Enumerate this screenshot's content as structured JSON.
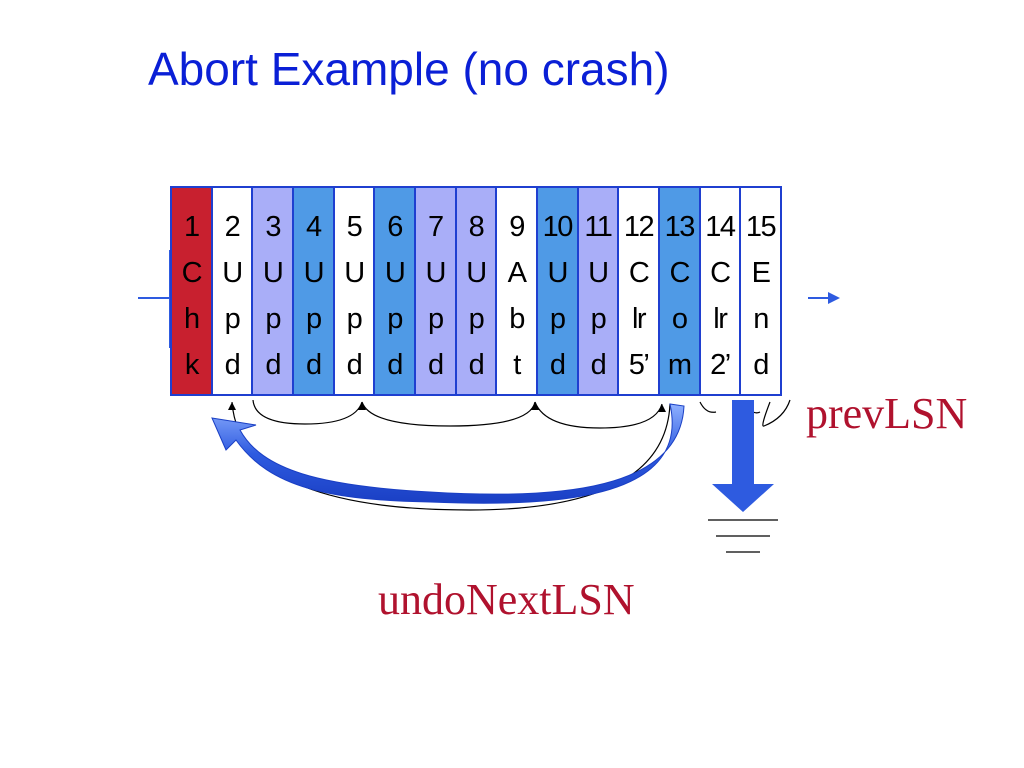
{
  "title": "Abort Example (no crash)",
  "colors": {
    "title": "#0a1fd6",
    "label": "#b0122e",
    "border": "#1f3fd0",
    "arrow": "#2e5be0",
    "white": "#ffffff",
    "light": "#a9aef8",
    "medium": "#4f9ae6",
    "red": "#c8202f"
  },
  "records": [
    {
      "lines": [
        "1",
        "C",
        "h",
        "k"
      ],
      "fill": "red"
    },
    {
      "lines": [
        "2",
        "U",
        "p",
        "d"
      ],
      "fill": "white"
    },
    {
      "lines": [
        "3",
        "U",
        "p",
        "d"
      ],
      "fill": "light"
    },
    {
      "lines": [
        "4",
        "U",
        "p",
        "d"
      ],
      "fill": "medium"
    },
    {
      "lines": [
        "5",
        "U",
        "p",
        "d"
      ],
      "fill": "white"
    },
    {
      "lines": [
        "6",
        "U",
        "p",
        "d"
      ],
      "fill": "medium"
    },
    {
      "lines": [
        "7",
        "U",
        "p",
        "d"
      ],
      "fill": "light"
    },
    {
      "lines": [
        "8",
        "U",
        "p",
        "d"
      ],
      "fill": "light"
    },
    {
      "lines": [
        "9",
        "A",
        "b",
        "t"
      ],
      "fill": "white"
    },
    {
      "lines": [
        "10",
        "U",
        "p",
        "d"
      ],
      "fill": "medium"
    },
    {
      "lines": [
        "11",
        "U",
        "p",
        "d"
      ],
      "fill": "light"
    },
    {
      "lines": [
        "12",
        "C",
        "lr",
        "5’"
      ],
      "fill": "white"
    },
    {
      "lines": [
        "13",
        "C",
        "o",
        "m"
      ],
      "fill": "medium"
    },
    {
      "lines": [
        "14",
        "C",
        "lr",
        "2’"
      ],
      "fill": "white"
    },
    {
      "lines": [
        "15",
        "E",
        "n",
        "d"
      ],
      "fill": "white"
    }
  ],
  "labels": {
    "prev": "prevLSN",
    "undo": "undoNextLSN"
  }
}
